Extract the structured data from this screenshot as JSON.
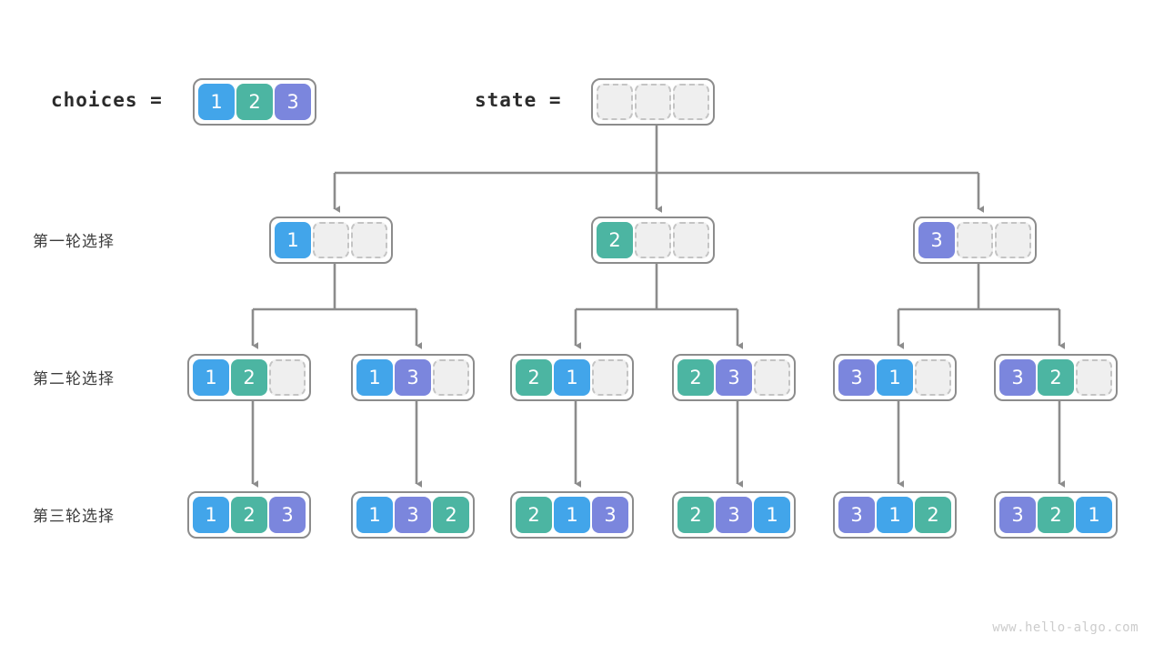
{
  "title": "permutations backtracking tree",
  "colors": {
    "value_1": "#42a5ea",
    "value_2": "#4cb5a2",
    "value_3": "#7b86dd",
    "empty_cell_fill": "#efefef",
    "empty_cell_border": "#c4c4c4",
    "node_border": "#8c8c8c",
    "edge": "#8c8c8c",
    "text": "#3c3c3c",
    "watermark": "#cccccc"
  },
  "header": {
    "choices_label": "choices  =",
    "choices_values": [
      "1",
      "2",
      "3"
    ],
    "state_label": "state  =",
    "state_values": [
      "",
      "",
      ""
    ]
  },
  "row_labels": [
    "第一轮选择",
    "第二轮选择",
    "第三轮选择"
  ],
  "rows": [
    {
      "label": "第一轮选择",
      "nodes": [
        {
          "cells": [
            "1",
            "",
            ""
          ]
        },
        {
          "cells": [
            "2",
            "",
            ""
          ]
        },
        {
          "cells": [
            "3",
            "",
            ""
          ]
        }
      ]
    },
    {
      "label": "第二轮选择",
      "nodes": [
        {
          "cells": [
            "1",
            "2",
            ""
          ]
        },
        {
          "cells": [
            "1",
            "3",
            ""
          ]
        },
        {
          "cells": [
            "2",
            "1",
            ""
          ]
        },
        {
          "cells": [
            "2",
            "3",
            ""
          ]
        },
        {
          "cells": [
            "3",
            "1",
            ""
          ]
        },
        {
          "cells": [
            "3",
            "2",
            ""
          ]
        }
      ]
    },
    {
      "label": "第三轮选择",
      "nodes": [
        {
          "cells": [
            "1",
            "2",
            "3"
          ]
        },
        {
          "cells": [
            "1",
            "3",
            "2"
          ]
        },
        {
          "cells": [
            "2",
            "1",
            "3"
          ]
        },
        {
          "cells": [
            "2",
            "3",
            "1"
          ]
        },
        {
          "cells": [
            "3",
            "1",
            "2"
          ]
        },
        {
          "cells": [
            "3",
            "2",
            "1"
          ]
        }
      ]
    }
  ],
  "watermark": "www.hello-algo.com"
}
